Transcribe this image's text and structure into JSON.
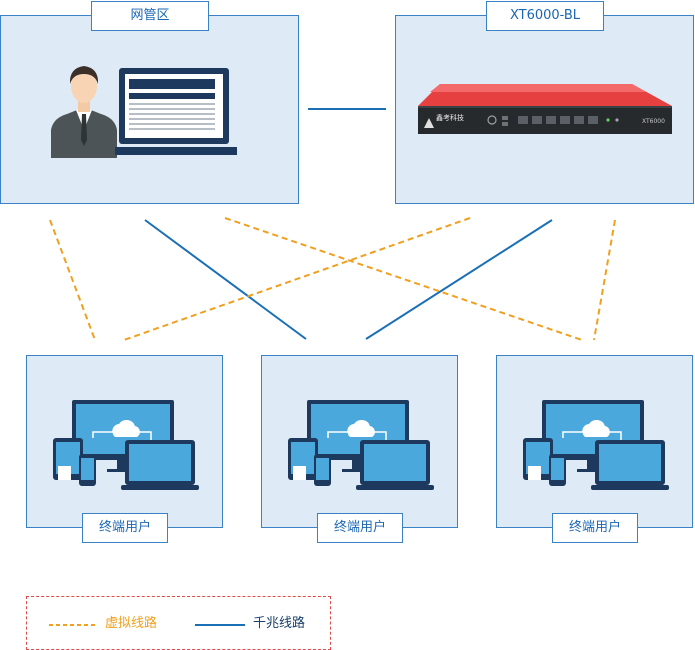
{
  "nodes": {
    "management": {
      "label": "网管区"
    },
    "device": {
      "label": "XT6000-BL",
      "brand_text": "鑫考科技",
      "model_text": "XT6000"
    },
    "terminals": [
      {
        "label": "终端用户"
      },
      {
        "label": "终端用户"
      },
      {
        "label": "终端用户"
      }
    ]
  },
  "legend": {
    "virtual": {
      "label": "虚拟线路",
      "color": "#f0a020",
      "style": "dashed"
    },
    "gigabit": {
      "label": "千兆线路",
      "color": "#1a6fb5",
      "style": "solid"
    }
  },
  "colors": {
    "zone_bg": "#deebf6",
    "zone_border": "#3b82c4",
    "device_red": "#e64040",
    "screen_blue": "#4aa8dc"
  }
}
